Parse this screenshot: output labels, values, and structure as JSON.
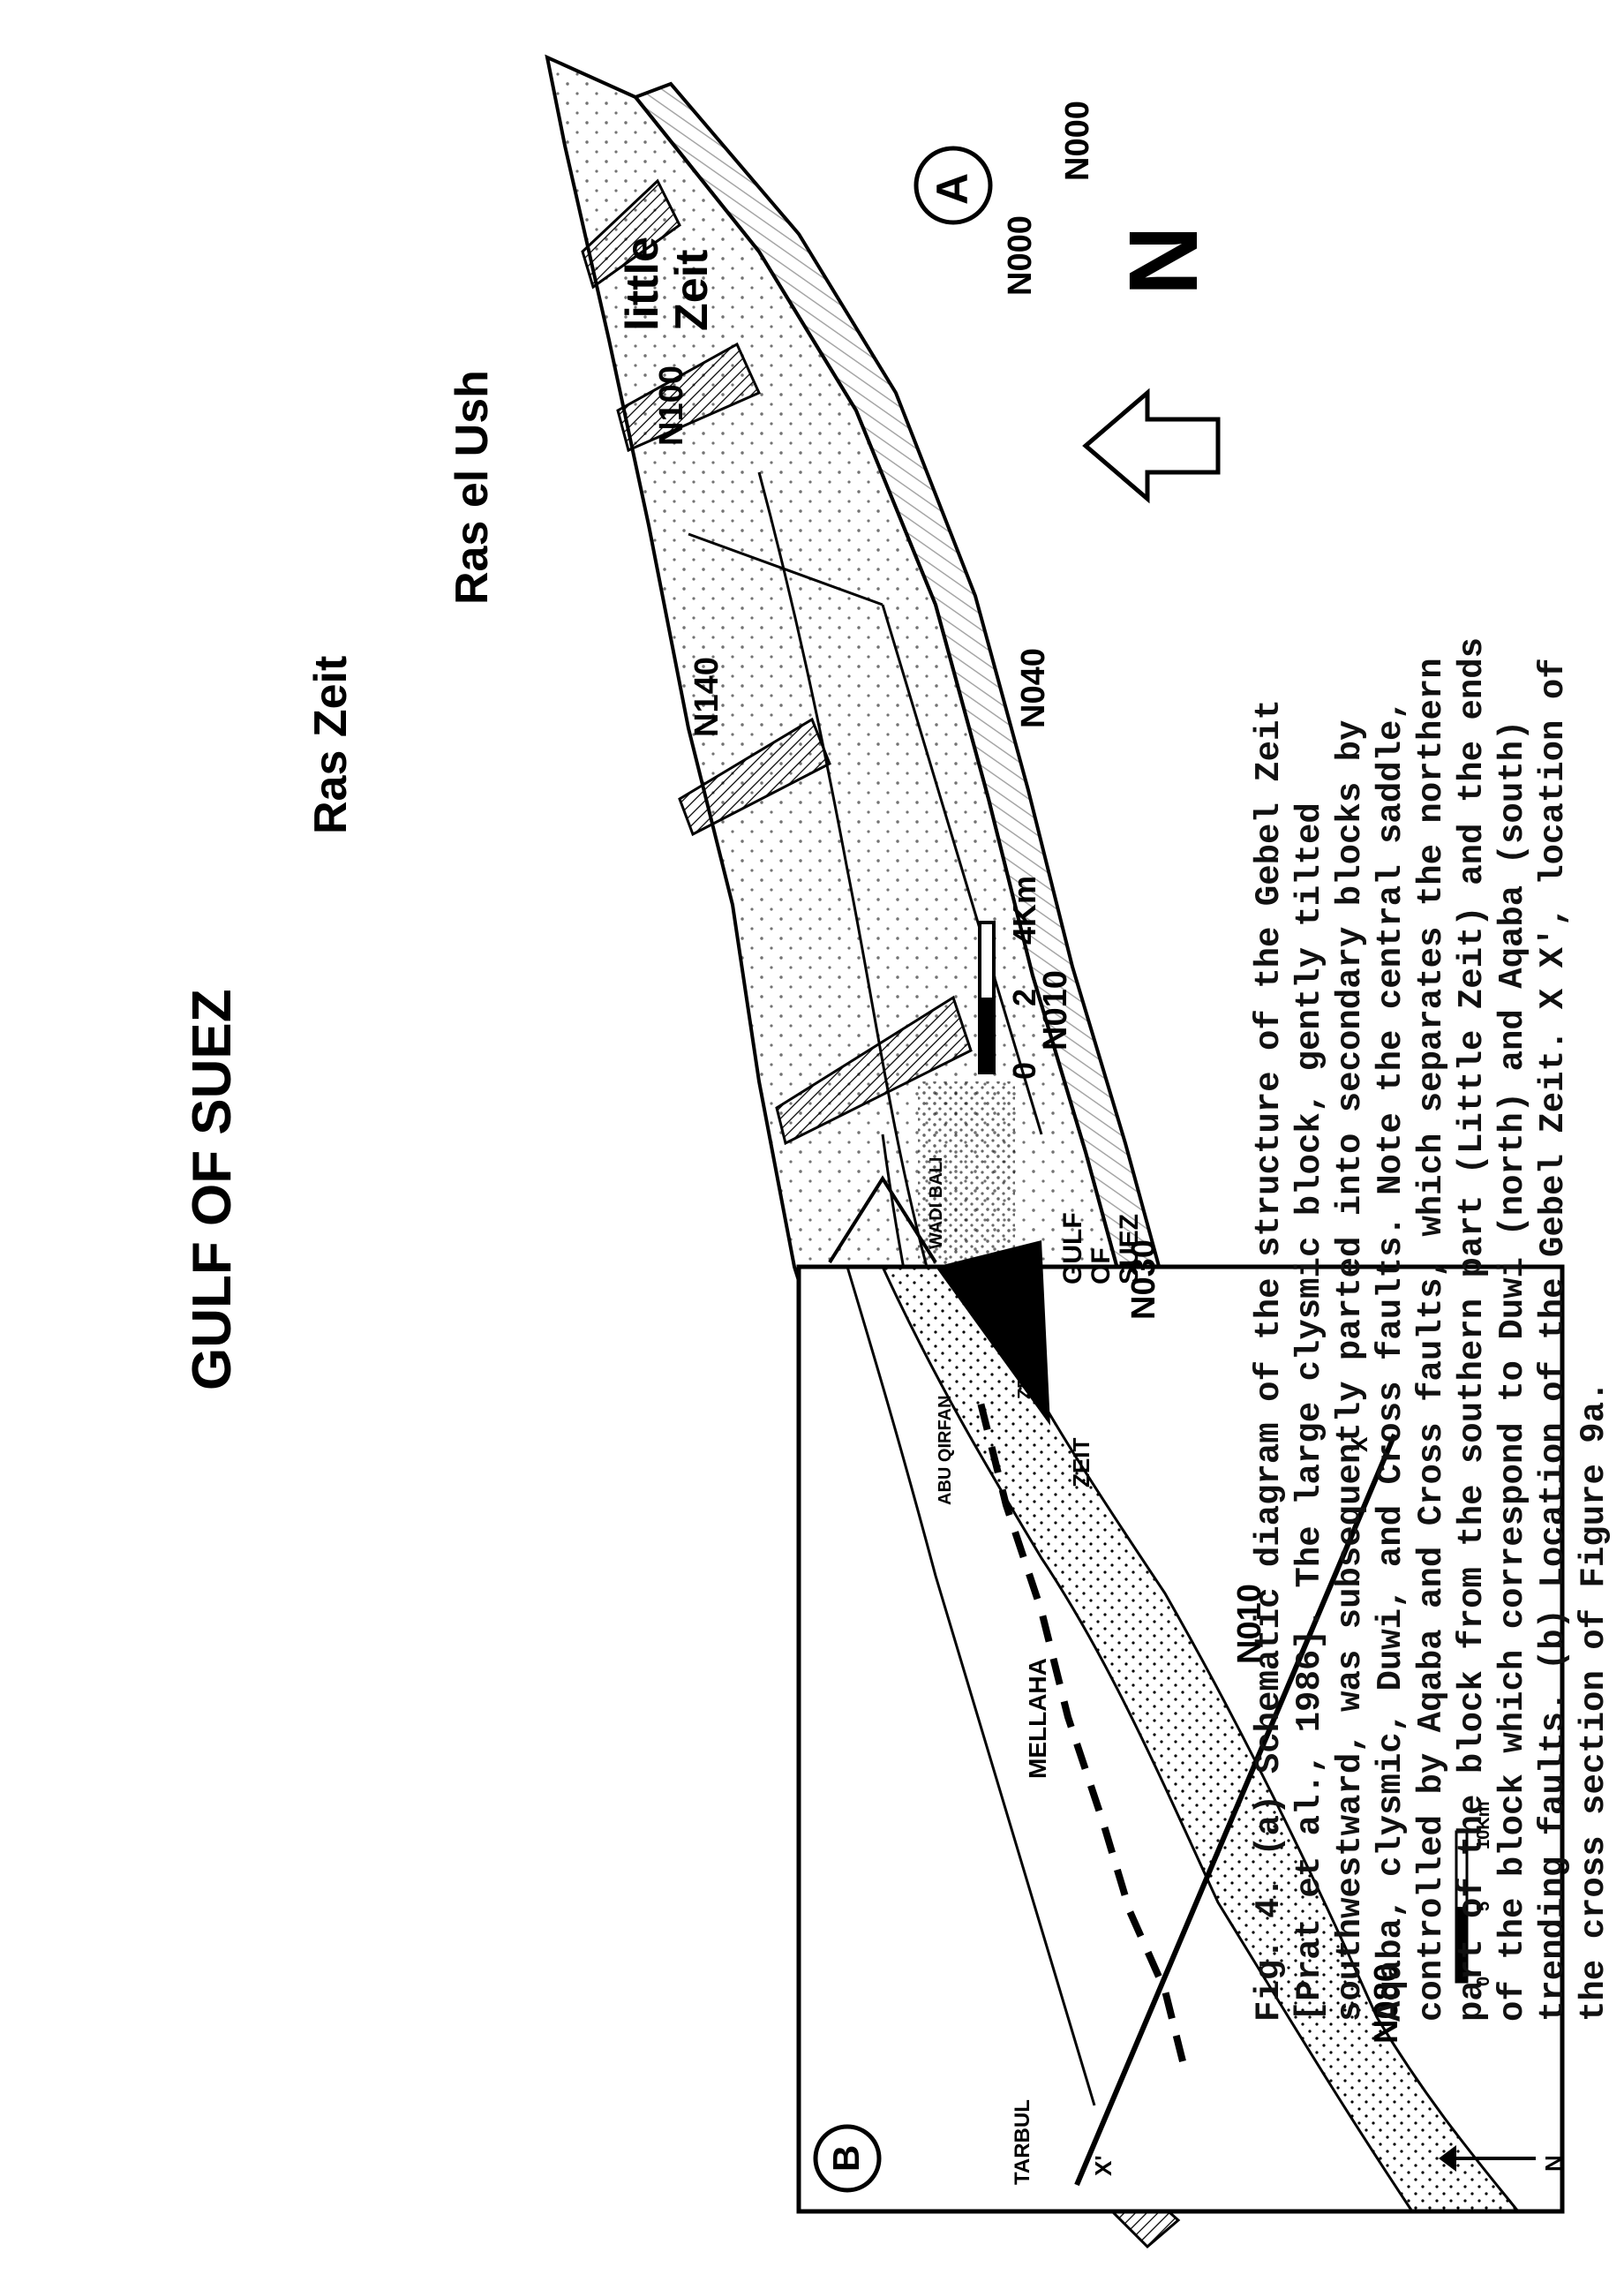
{
  "figure": {
    "panel_a": {
      "marker": "A",
      "labels": {
        "gulf_of_suez": "GULF OF SUEZ",
        "ras_zeit": "Ras Zeit",
        "ras_el_ush": "Ras el Ush",
        "little_zeit": "little Zeit",
        "north": "N"
      },
      "fault_labels": [
        "N080",
        "N010",
        "N030",
        "N010",
        "N140",
        "N040",
        "N100",
        "N000",
        "N000"
      ],
      "scale": {
        "ticks": [
          "0",
          "2",
          "4Km"
        ]
      }
    },
    "panel_b": {
      "marker": "B",
      "labels": {
        "gulf_of_suez": "GULF OF SUEZ",
        "zeit": "ZEIT",
        "zeit_bay": "ZEIT BAY",
        "abu_qirfan": "ABU QIRFAN",
        "mellaha": "MELLAHA",
        "wadi_bali": "WADI BALI",
        "tarbul": "TARBUL",
        "x": "X",
        "x_prime": "X'",
        "north": "N"
      },
      "scale": {
        "ticks": [
          "0",
          "5",
          "10Km"
        ]
      }
    },
    "caption": [
      "Fig. 4. (a) Schematic diagram of the structure of the Gebel Zeit",
      "[Prat et al., 1986]. The large clysmic block, gently tilted",
      "southwestward, was subsequently parted into secondary blocks by",
      "Aqaba, clysmic, Duwi, and Cross faults. Note the central saddle,",
      "controlled by Aqaba and Cross faults, which separates the northern",
      "part of the block from the southern part (Little Zeit) and the ends",
      "of the block which correspond to Duwi (north) and Aqaba (south)",
      "trending faults. (b) Location of the Gebel Zeit. X X', location of",
      "the cross section of Figure 9a."
    ]
  }
}
